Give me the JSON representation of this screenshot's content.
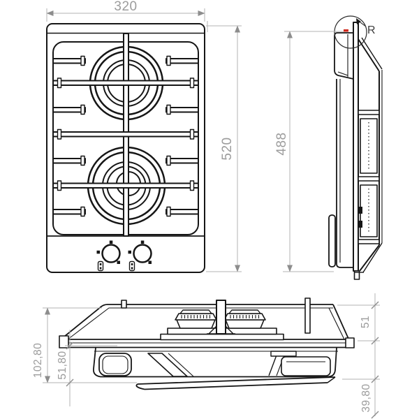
{
  "colors": {
    "background": "#ffffff",
    "line": "#161616",
    "dimension_line": "#b3b3b3",
    "dimension_text": "#9c9c9c",
    "detail_red": "#cf2b1f"
  },
  "dimensions": {
    "top_width": "320",
    "top_depth": "520",
    "side_height": "488",
    "front_overall_height": "102,80",
    "front_recess_depth": "51,80",
    "front_grate_height": "51",
    "front_bottom_depth": "39,80"
  },
  "labels": {
    "radius_detail": "R"
  }
}
